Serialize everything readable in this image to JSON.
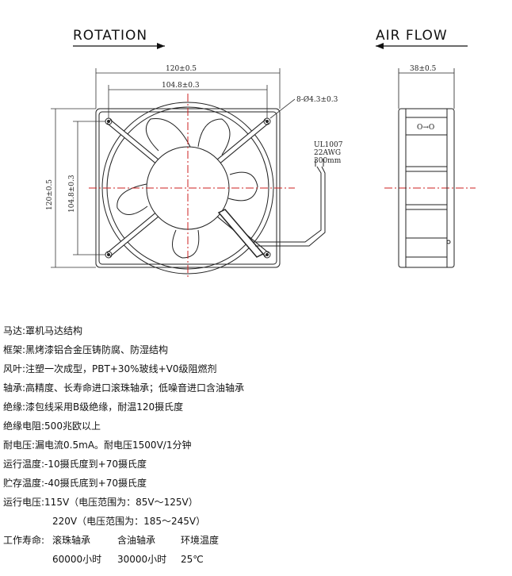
{
  "diagram": {
    "rotation_label": "ROTATION",
    "airflow_label": "AIR FLOW",
    "dim_outer_width": "120±0.5",
    "dim_inner_width": "104.8±0.3",
    "dim_outer_height": "120±0.5",
    "dim_inner_height": "104.8±0.3",
    "hole_spec": "8-Ø4.3±0.3",
    "wire_line1": "UL1007",
    "wire_line2": "22AWG",
    "wire_line3": "300mm",
    "dim_depth": "38±0.5",
    "side_mark": "O→O"
  },
  "specs": [
    {
      "label": "马达:",
      "value": "罩机马达结构"
    },
    {
      "label": "框架:",
      "value": "黑烤漆铝合金压铸防腐、防湿结构"
    },
    {
      "label": "风叶:",
      "value": "注塑一次成型，PBT+30%玻线+V0级阻燃剂"
    },
    {
      "label": "轴承:",
      "value": "高精度、长寿命进口滚珠轴承；低噪音进口含油轴承"
    },
    {
      "label": "绝缘:",
      "value": "漆包线采用B级绝缘，耐温120摄氏度"
    },
    {
      "label": "绝缘电阻:",
      "value": "500兆欧以上"
    },
    {
      "label": "耐电压:",
      "value": "漏电流0.5mA。耐电压1500V/1分钟"
    },
    {
      "label": "运行温度:",
      "value": "-10摄氏度到+70摄氏度"
    },
    {
      "label": "贮存温度:",
      "value": "-40摄氏底到+70摄氏度"
    },
    {
      "label": "运行电压:",
      "value": "115V（电压范围为：85V～125V）"
    }
  ],
  "voltage_line2": "220V（电压范围为：185～245V）",
  "life": {
    "label": "工作寿命:",
    "col1_header": "滚珠轴承",
    "col2_header": "含油轴承",
    "col3_header": "环境温度",
    "col1_value": "60000小时",
    "col2_value": "30000小时",
    "col3_value": "25℃"
  }
}
